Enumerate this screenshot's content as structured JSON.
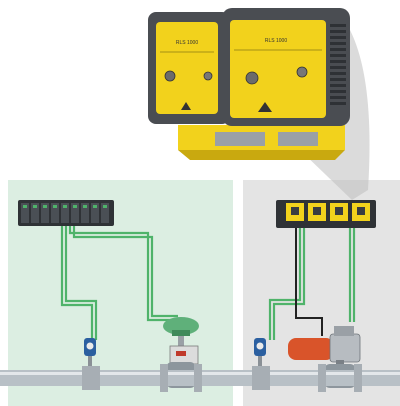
{
  "diagram": {
    "colors": {
      "panel_left": "#dceee2",
      "panel_right": "#e4e4e4",
      "wire_green": "#4fb36a",
      "wire_black": "#222222",
      "module_yellow": "#f2d21c",
      "module_dark": "#4a4d52",
      "pipe": "#b8c0c6",
      "actuator_green": "#5fb07a",
      "actuator_red": "#d9542a"
    },
    "module_callout": {
      "modules": [
        {
          "label": "RLS 1000"
        },
        {
          "label": "RLS 1000"
        }
      ]
    },
    "left_system": {
      "rack_slots": 9
    },
    "right_system": {
      "rack_slots": 4
    }
  }
}
